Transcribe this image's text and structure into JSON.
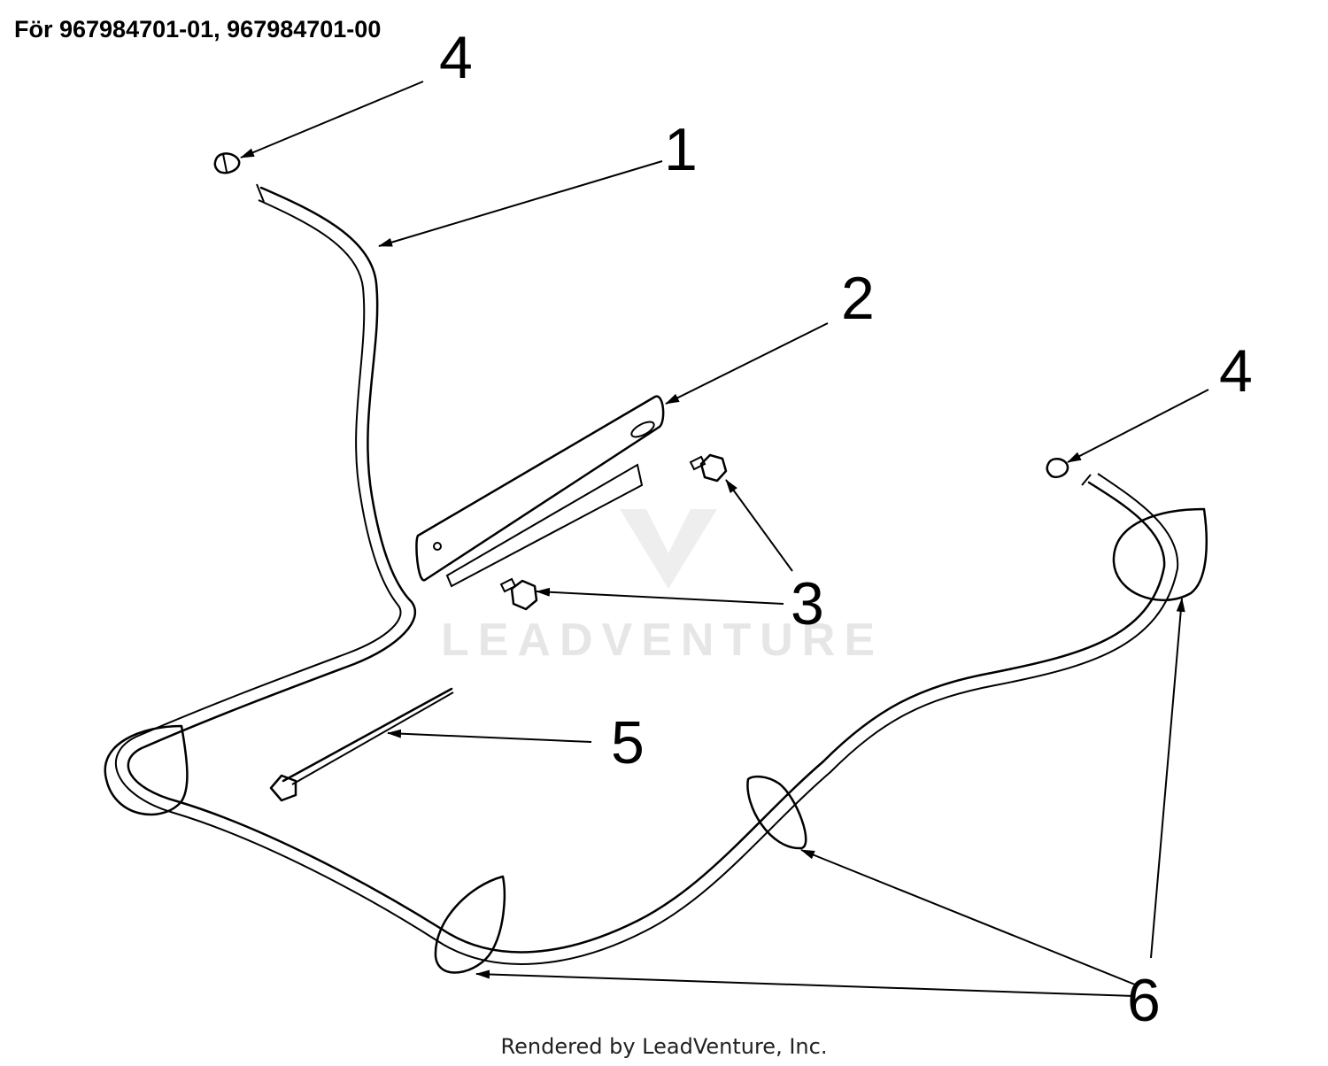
{
  "header": {
    "title": "För 967984701-01, 967984701-00"
  },
  "watermark": {
    "text": "LEADVENTURE"
  },
  "callouts": [
    {
      "id": "label-4-top",
      "text": "4"
    },
    {
      "id": "label-1",
      "text": "1"
    },
    {
      "id": "label-2",
      "text": "2"
    },
    {
      "id": "label-4-right",
      "text": "4"
    },
    {
      "id": "label-3",
      "text": "3"
    },
    {
      "id": "label-5",
      "text": "5"
    },
    {
      "id": "label-6",
      "text": "6"
    }
  ],
  "footer": {
    "text": "Rendered by LeadVenture, Inc."
  }
}
